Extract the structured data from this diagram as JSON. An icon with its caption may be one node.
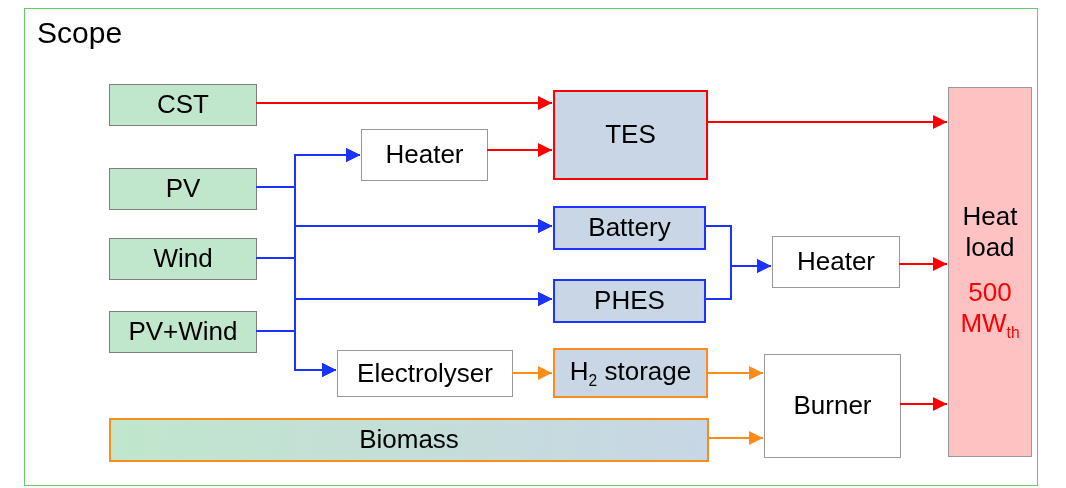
{
  "diagram": {
    "nodes": [
      {
        "text": [
          "Scope"
        ]
      },
      {
        "text": [
          "CST"
        ],
        "in": 0
      },
      {
        "text": [
          "Heater"
        ],
        "in": 0
      },
      {
        "text": [
          "TES"
        ],
        "in": 0
      },
      {
        "text": [
          "PV"
        ],
        "in": 0
      },
      {
        "text": [
          "Battery"
        ],
        "in": 0
      },
      {
        "text": [
          "Heater"
        ],
        "in": 0
      },
      {
        "text": [
          "Wind"
        ],
        "in": 0
      },
      {
        "text": [
          "PHES"
        ],
        "in": 0
      },
      {
        "text": [
          "PV+Wind"
        ],
        "in": 0
      },
      {
        "text": [
          "Electrolyser"
        ],
        "in": 0
      },
      {
        "text": [
          "H$_{2}$ storage"
        ],
        "in": 0
      },
      {
        "text": [
          "Burner"
        ],
        "in": 0
      },
      {
        "text": [
          "Biomass"
        ],
        "in": 0
      },
      {
        "text": [
          "Heat load",
          "500 MW$_{th}$"
        ],
        "in": 0
      }
    ],
    "edges": [
      {
        "from": 1,
        "to": 3,
        "arrow": "to",
        "color": "#ff0000"
      },
      {
        "from": 2,
        "to": 3,
        "arrow": "to",
        "color": "#ff0000"
      },
      {
        "from": 3,
        "to": 14,
        "arrow": "to",
        "color": "#ff0000"
      },
      {
        "from": 4,
        "to": 2,
        "arrow": "to"
      },
      {
        "from": 7,
        "to": 2,
        "arrow": "to"
      },
      {
        "from": 9,
        "to": 2,
        "arrow": "to"
      },
      {
        "from": 4,
        "to": 5,
        "arrow": "to"
      },
      {
        "from": 7,
        "to": 5,
        "arrow": "to"
      },
      {
        "from": 9,
        "to": 5,
        "arrow": "to"
      },
      {
        "from": 4,
        "to": 8,
        "arrow": "to"
      },
      {
        "from": 7,
        "to": 8,
        "arrow": "to"
      },
      {
        "from": 9,
        "to": 8,
        "arrow": "to"
      },
      {
        "from": 4,
        "to": 10,
        "arrow": "to"
      },
      {
        "from": 7,
        "to": 10,
        "arrow": "to"
      },
      {
        "from": 9,
        "to": 10,
        "arrow": "to"
      },
      {
        "from": 5,
        "to": 6,
        "arrow": "to"
      },
      {
        "from": 8,
        "to": 6,
        "arrow": "to"
      },
      {
        "from": 6,
        "to": 14,
        "arrow": "to",
        "color": "#ff0000"
      },
      {
        "from": 10,
        "to": 11,
        "arrow": "to",
        "color": "#ff8c1a"
      },
      {
        "from": 11,
        "to": 12,
        "arrow": "to",
        "color": "#ff8c1a"
      },
      {
        "from": 13,
        "to": 12,
        "arrow": "to",
        "color": "#ff8c1a"
      },
      {
        "from": 12,
        "to": 14,
        "arrow": "to",
        "color": "#ff0000"
      }
    ]
  }
}
